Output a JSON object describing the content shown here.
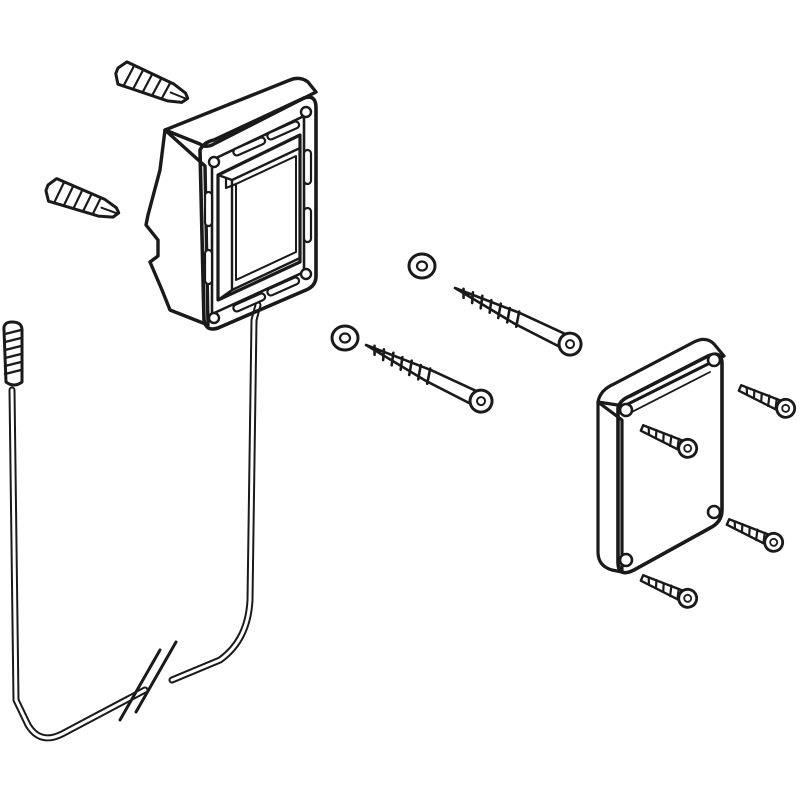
{
  "diagram": {
    "kind": "exploded-assembly-line-drawing",
    "colors": {
      "line": "#1a1a1a",
      "fill": "#ffffff",
      "shade": "#f2f2f2"
    },
    "components": [
      {
        "id": "wall-plug",
        "count": 2
      },
      {
        "id": "junction-box",
        "count": 1
      },
      {
        "id": "cable-with-connector",
        "count": 1
      },
      {
        "id": "washer",
        "count": 2
      },
      {
        "id": "wood-screw",
        "count": 2
      },
      {
        "id": "cover-plate",
        "count": 1
      },
      {
        "id": "machine-screw",
        "count": 4
      }
    ]
  }
}
